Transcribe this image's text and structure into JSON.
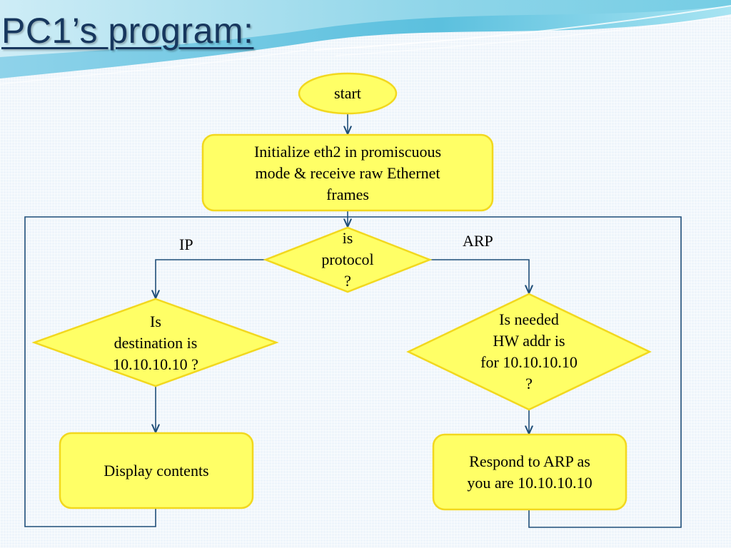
{
  "slide": {
    "title": "PC1’s program:"
  },
  "colors": {
    "node_fill": "#ffff66",
    "node_stroke": "#f2d81e",
    "connector": "#1f4e79",
    "title": "#17375e"
  },
  "nodes": {
    "start": {
      "shape": "ellipse",
      "text": "start"
    },
    "init": {
      "shape": "rounded-rectangle",
      "lines": [
        "Initialize eth2 in promiscuous",
        "mode & receive raw Ethernet",
        "frames"
      ]
    },
    "protocol_check": {
      "shape": "diamond",
      "lines": [
        "is",
        "protocol",
        "?"
      ]
    },
    "ip_check": {
      "shape": "diamond",
      "lines": [
        "Is",
        "destination is",
        "10.10.10.10 ?"
      ]
    },
    "arp_check": {
      "shape": "diamond",
      "lines": [
        "Is needed",
        "HW addr is",
        "for 10.10.10.10",
        "?"
      ]
    },
    "display": {
      "shape": "rounded-rectangle",
      "text": "Display contents"
    },
    "respond": {
      "shape": "rounded-rectangle",
      "lines": [
        "Respond to ARP as",
        "you are 10.10.10.10"
      ]
    }
  },
  "edge_labels": {
    "ip": "IP",
    "arp": "ARP"
  },
  "edges": [
    {
      "from": "start",
      "to": "init"
    },
    {
      "from": "init",
      "to": "protocol_check"
    },
    {
      "from": "protocol_check",
      "to": "ip_check",
      "label": "IP"
    },
    {
      "from": "protocol_check",
      "to": "arp_check",
      "label": "ARP"
    },
    {
      "from": "ip_check",
      "to": "display"
    },
    {
      "from": "arp_check",
      "to": "respond"
    },
    {
      "from": "display",
      "to": "protocol_check",
      "kind": "loop-back"
    },
    {
      "from": "respond",
      "to": "protocol_check",
      "kind": "loop-back"
    }
  ]
}
